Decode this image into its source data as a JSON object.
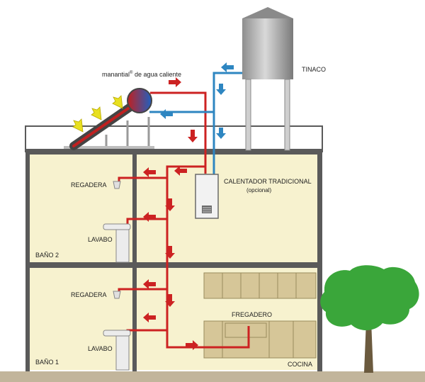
{
  "labels": {
    "collector_prefix": "manantial",
    "collector_mark": "®",
    "collector_suffix": " de agua caliente",
    "tank": "TINACO",
    "heater": "CALENTADOR TRADICIONAL",
    "heater_note": "(opcional)",
    "shower_upper": "REGADERA",
    "sink_upper": "LAVABO",
    "bath2": "BAÑO 2",
    "shower_lower": "REGADERA",
    "sink_lower": "LAVABO",
    "bath1": "BAÑO 1",
    "kitchen_sink": "FREGADERO",
    "kitchen": "COCINA"
  },
  "colors": {
    "hot_pipe": "#cc2222",
    "cold_pipe": "#2e86c1",
    "sun_arrow": "#e8e020",
    "wall": "#5a5a5a",
    "room": "#f7f2cf",
    "ground": "#c2b59b",
    "cabinet": "#d6c698",
    "tree": "#3aa63a",
    "trunk": "#6b5a3e"
  }
}
